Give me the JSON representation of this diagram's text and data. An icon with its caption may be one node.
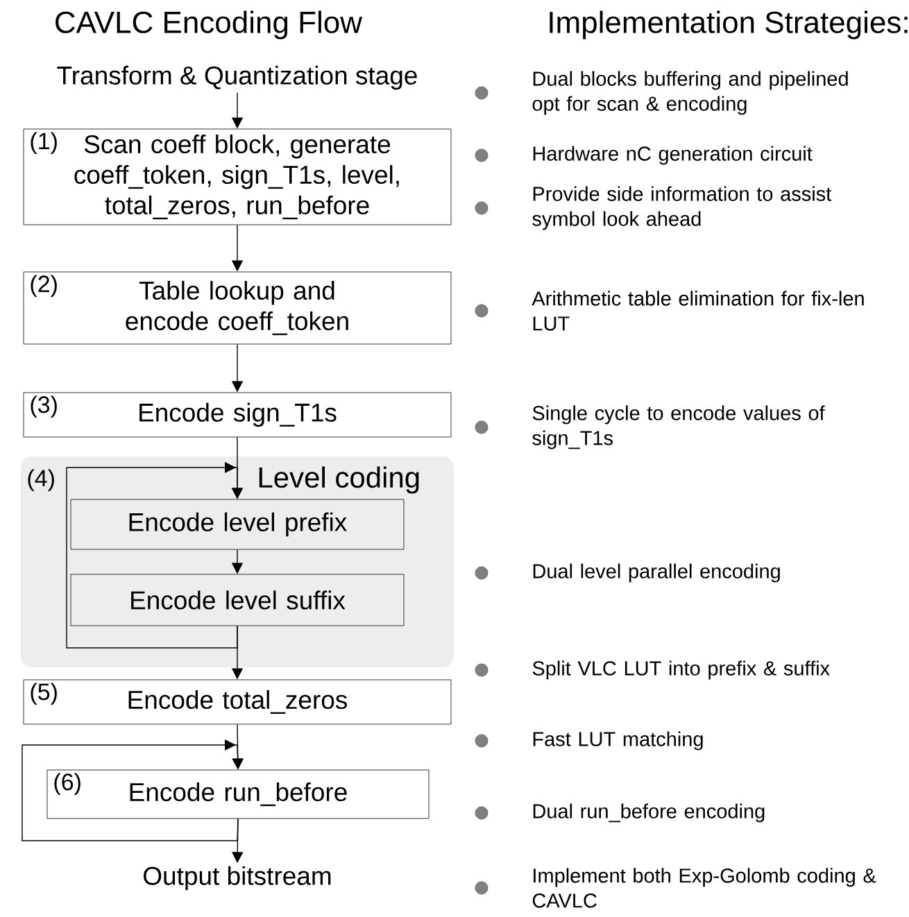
{
  "diagram": {
    "title": "CAVLC Encoding Flow",
    "nodes": [
      {
        "text": [
          "Transform & Quantization stage"
        ]
      },
      {
        "text": [
          "(1)",
          "Scan coeff block, generate coeff_token, sign_T1s, level, total_zeros, run_before"
        ]
      },
      {
        "text": [
          "(2)",
          "Table lookup and encode coeff_token"
        ]
      },
      {
        "text": [
          "(3)",
          "Encode sign_T1s"
        ]
      },
      {
        "text": [
          "(4)",
          "Level coding"
        ]
      },
      {
        "text": [
          "Encode level prefix"
        ],
        "in": 4
      },
      {
        "text": [
          "Encode level suffix"
        ],
        "in": 4
      },
      {
        "text": [
          "(5)",
          "Encode total_zeros"
        ]
      },
      {
        "text": [
          "(6)",
          "Encode run_before"
        ]
      },
      {
        "text": [
          "Output bitstream"
        ]
      }
    ],
    "edges": [
      {
        "from": 0,
        "to": 1,
        "arrow": "to"
      },
      {
        "from": 1,
        "to": 2,
        "arrow": "to"
      },
      {
        "from": 2,
        "to": 3,
        "arrow": "to"
      },
      {
        "from": 3,
        "to": 5,
        "arrow": "to"
      },
      {
        "from": 5,
        "to": 6,
        "arrow": "to"
      },
      {
        "from": 6,
        "to": 5,
        "arrow": "to"
      },
      {
        "from": 6,
        "to": 7,
        "arrow": "to"
      },
      {
        "from": 7,
        "to": 8,
        "arrow": "to"
      },
      {
        "from": 8,
        "to": 8,
        "arrow": "to"
      },
      {
        "from": 8,
        "to": 9,
        "arrow": "to"
      }
    ],
    "labels": [
      "Implementation Strategies:",
      "Dual blocks buffering and pipelined opt for scan & encoding",
      "Hardware nC generation circuit",
      "Provide side information to assist symbol look ahead",
      "Arithmetic table elimination for fix-len LUT",
      "Single cycle to encode values of sign_T1s",
      "Dual level parallel encoding",
      "Split VLC LUT into prefix & suffix",
      "Fast LUT matching",
      "Dual run_before encoding",
      "Implement both Exp-Golomb coding & CAVLC"
    ]
  }
}
